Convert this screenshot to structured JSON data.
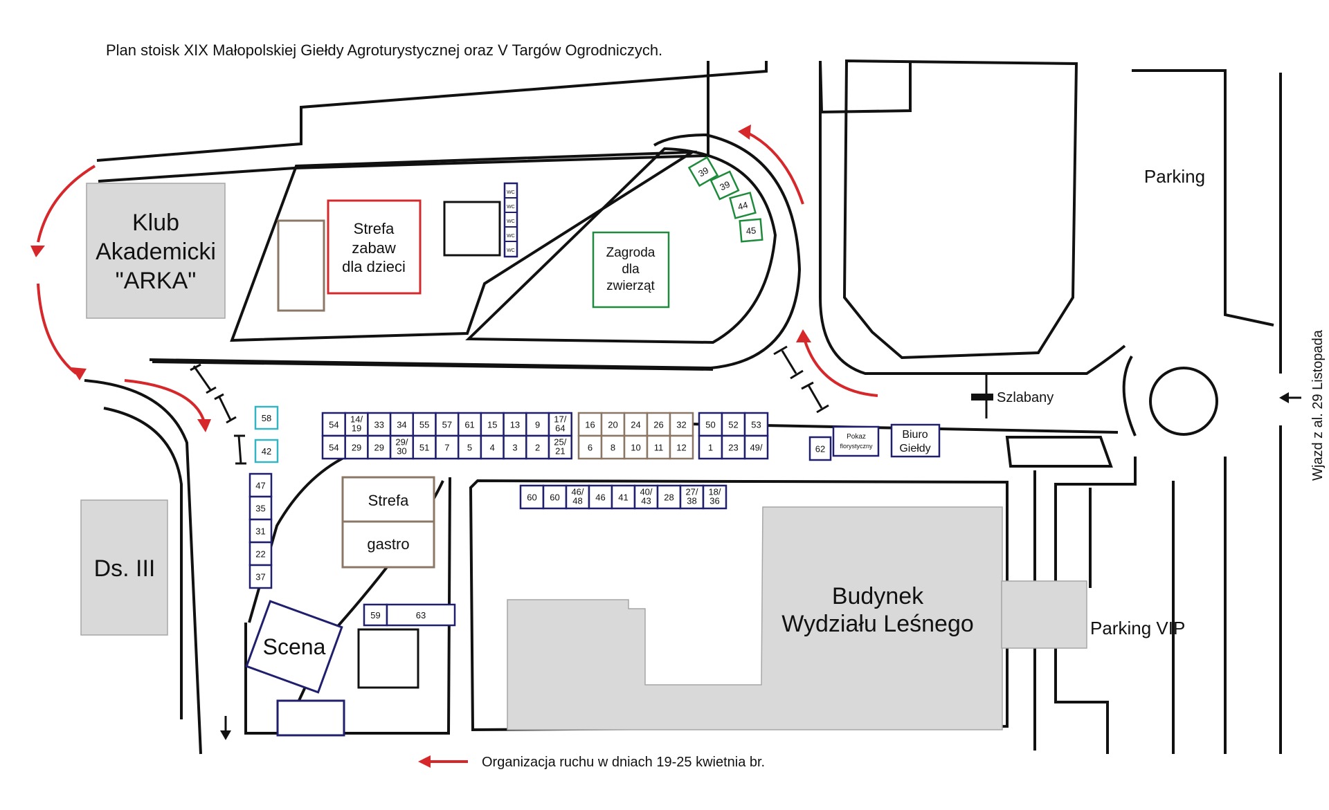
{
  "title": "Plan stoisk XIX Małopolskiej Giełdy Agroturystycznej oraz V Targów Ogrodniczych.",
  "legend": "Organizacja ruchu w dniach 19-25 kwietnia br.",
  "colors": {
    "navy": "#1f1f6e",
    "brown": "#8b7765",
    "green": "#1e8a3c",
    "teal": "#35b5c4",
    "red": "#d6282b",
    "building_fill": "#d9d9d9"
  },
  "labels": {
    "klub": [
      "Klub",
      "Akademicki",
      "\"ARKA\""
    ],
    "ds3": "Ds. III",
    "strefa_zabaw": [
      "Strefa",
      "zabaw",
      "dla dzieci"
    ],
    "zagroda": [
      "Zagroda",
      "dla",
      "zwierząt"
    ],
    "parking": "Parking",
    "parking_vip": "Parking VIP",
    "szlabany": "Szlabany",
    "wjazd": "Wjazd z al. 29 Listopada",
    "strefa": "Strefa",
    "gastro": "gastro",
    "scena": "Scena",
    "budynek": [
      "Budynek",
      "Wydziału Leśnego"
    ],
    "pokaz": [
      "Pokaz",
      "florystyczny"
    ],
    "biuro": [
      "Biuro",
      "Giełdy"
    ],
    "wc": "WC"
  },
  "stalls": {
    "row_top_navy1": [
      "54",
      "14/\n19",
      "33",
      "34",
      "55",
      "57",
      "61",
      "15",
      "13",
      "9",
      "17/\n64"
    ],
    "row_bottom_navy1": [
      "54",
      "29",
      "29",
      "29/\n30",
      "51",
      "7",
      "5",
      "4",
      "3",
      "2",
      "25/\n21"
    ],
    "row_top_brown": [
      "16",
      "20",
      "24",
      "26",
      "32"
    ],
    "row_bottom_brown": [
      "6",
      "8",
      "10",
      "11",
      "12"
    ],
    "row_top_navy2": [
      "50",
      "52",
      "53"
    ],
    "row_bottom_navy2": [
      "1",
      "23",
      "49/"
    ],
    "stall_62": "62",
    "teal": [
      "58",
      "42"
    ],
    "column_left": [
      "47",
      "35",
      "31",
      "22",
      "37"
    ],
    "row_lower": [
      "60",
      "60",
      "46/\n48",
      "46",
      "41",
      "40/\n43",
      "28",
      "27/\n38",
      "18/\n36"
    ],
    "green_curve": [
      "39",
      "39",
      "44",
      "45"
    ],
    "bottom_pair": [
      "59",
      "63"
    ]
  }
}
